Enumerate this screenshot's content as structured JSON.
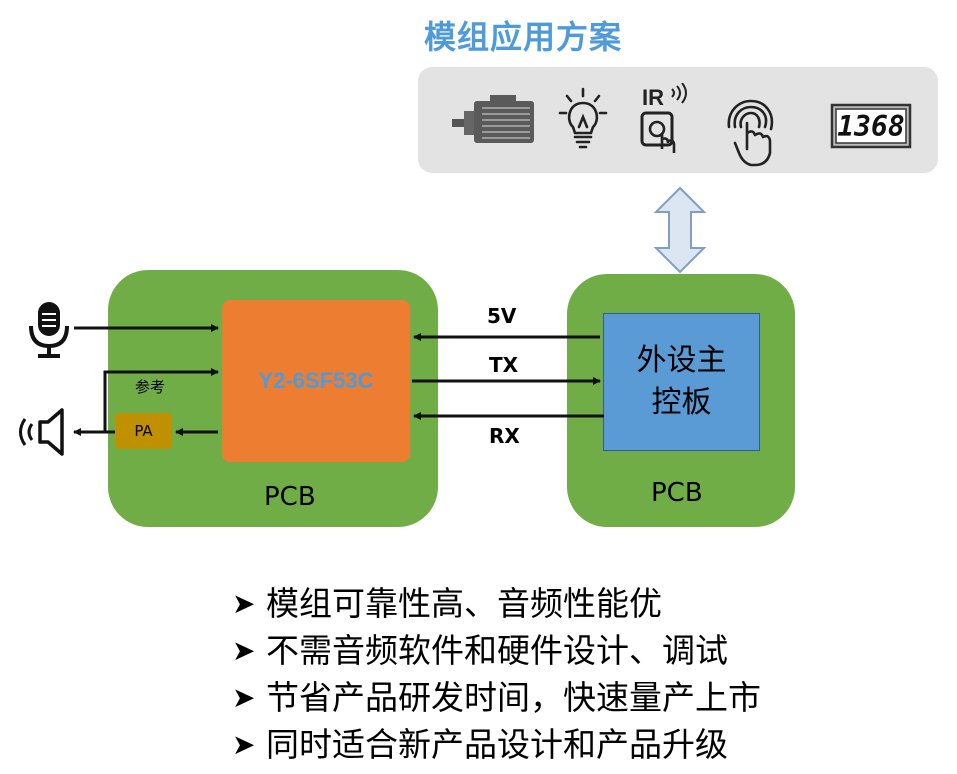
{
  "title": "模组应用方案",
  "app_icons": [
    {
      "icon": "motor-icon"
    },
    {
      "icon": "light-bulb-icon"
    },
    {
      "icon": "ir-remote-icon",
      "label": "IR"
    },
    {
      "icon": "touch-fingerprint-icon"
    },
    {
      "icon": "digital-display-icon",
      "label": "1368"
    }
  ],
  "module": {
    "label": "Y2-6SF53C"
  },
  "host": {
    "line1": "外设主",
    "line2": "控板"
  },
  "pcb_left": {
    "label": "PCB"
  },
  "pcb_right": {
    "label": "PCB"
  },
  "pa": {
    "label": "PA"
  },
  "ref_label": "参考",
  "signals": {
    "v5": "5V",
    "tx": "TX",
    "rx": "RX"
  },
  "bullet_marker": "➤",
  "bullets": [
    "模组可靠性高、音频性能优",
    "不需音频软件和硬件设计、调试",
    "节省产品研发时间，快速量产上市",
    "同时适合新产品设计和产品升级"
  ],
  "colors": {
    "title": "#4f9ad8",
    "pcb": "#70ad47",
    "module": "#ed7d31",
    "module_text": "#4f9ad8",
    "host": "#5b9bd5",
    "pa": "#bf9000",
    "app_bar": "#e3e3e3",
    "double_arrow": "#dbe6f2"
  }
}
